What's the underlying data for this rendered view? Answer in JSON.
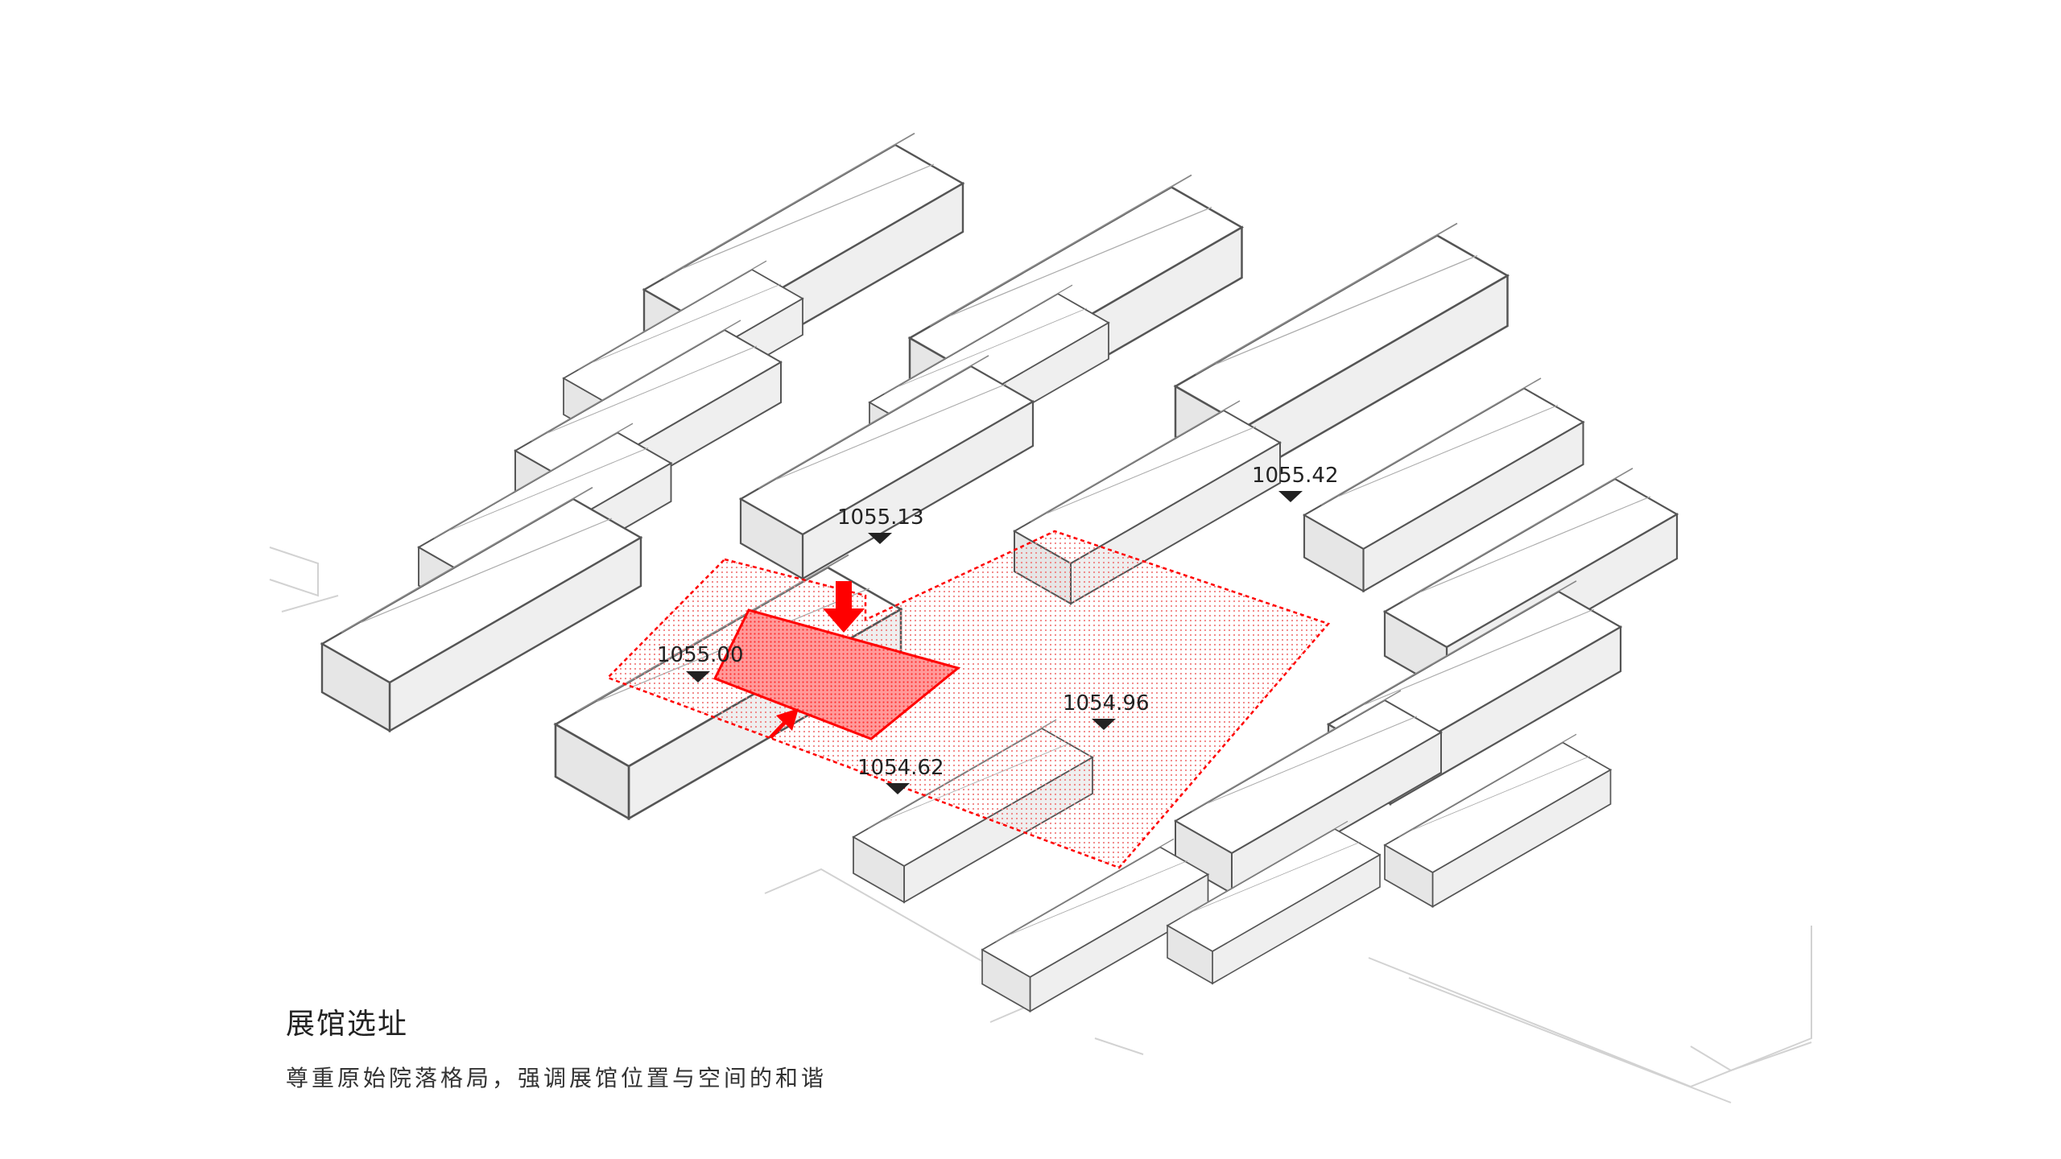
{
  "title": "展馆选址",
  "subtitle": "尊重原始院落格局，强调展馆位置与空间的和谐",
  "elevations": [
    {
      "id": "e1",
      "label": "1055.42"
    },
    {
      "id": "e2",
      "label": "1055.13"
    },
    {
      "id": "e3",
      "label": "1055.00"
    },
    {
      "id": "e4",
      "label": "1054.96"
    },
    {
      "id": "e5",
      "label": "1054.62"
    }
  ],
  "colors": {
    "accent": "#ff0000",
    "hatch": "#f5b5b5",
    "building_fill": "#f4f4f4",
    "building_stroke": "#666666",
    "roof_fill": "#ffffff",
    "ground_stroke": "#d0d0d0"
  },
  "icons": {
    "elevation_marker": "triangle-down-icon",
    "entrance_arrow": "arrow-icon"
  }
}
